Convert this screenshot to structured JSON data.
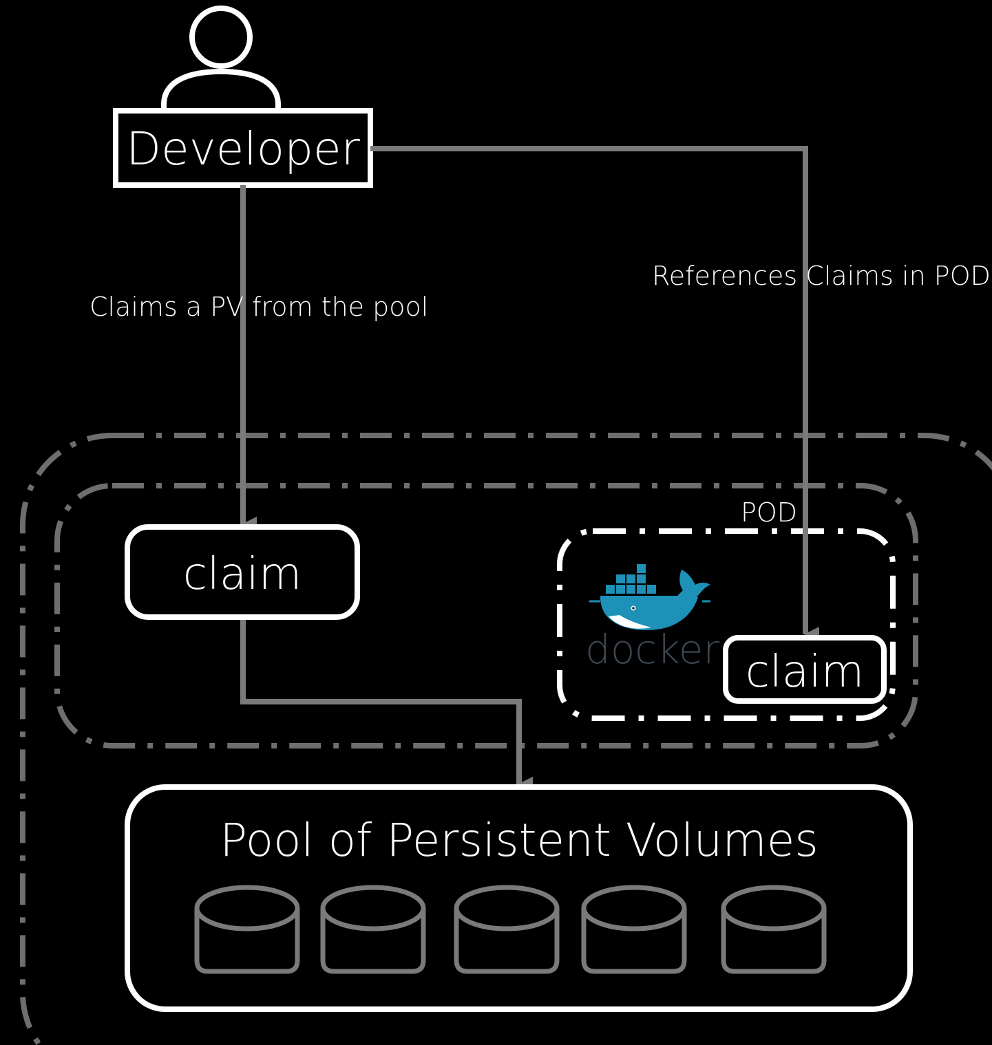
{
  "actor": {
    "label": "Developer",
    "icon": "user-icon"
  },
  "edges": {
    "developer_to_claim": "Claims a PV from the pool",
    "developer_to_pod_claim": "References  Claims in POD"
  },
  "claim_left": {
    "label": "claim"
  },
  "pod": {
    "label": "POD",
    "container_icon": "docker-whale-icon",
    "container_logo_text": "docker",
    "claim_label": "claim"
  },
  "pool": {
    "title": "Pool of Persistent Volumes",
    "volume_icon": "volume-cylinder-icon",
    "volume_count": 5
  },
  "colors": {
    "background": "#000000",
    "foreground": "#ffffff",
    "connector": "#7a7a7a",
    "boundary": "#6e6e6e",
    "docker_blue": "#1d91b8",
    "docker_text": "#3c4650"
  }
}
